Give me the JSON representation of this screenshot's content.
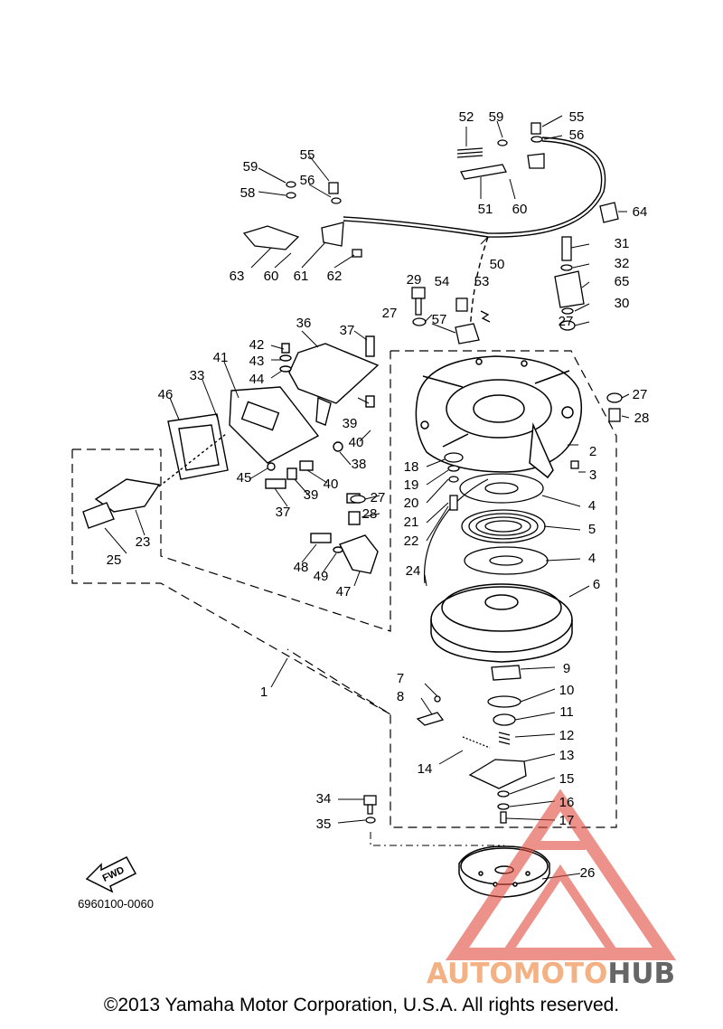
{
  "diagram": {
    "part_labels": [
      "1",
      "2",
      "3",
      "4",
      "4",
      "5",
      "6",
      "7",
      "8",
      "9",
      "10",
      "11",
      "12",
      "13",
      "14",
      "15",
      "16",
      "17",
      "18",
      "19",
      "20",
      "21",
      "22",
      "23",
      "24",
      "25",
      "26",
      "27",
      "27",
      "27",
      "27",
      "28",
      "28",
      "29",
      "30",
      "31",
      "32",
      "33",
      "34",
      "35",
      "36",
      "37",
      "37",
      "38",
      "39",
      "39",
      "40",
      "40",
      "41",
      "42",
      "43",
      "44",
      "45",
      "46",
      "47",
      "48",
      "49",
      "50",
      "51",
      "52",
      "53",
      "54",
      "55",
      "55",
      "56",
      "56",
      "57",
      "58",
      "59",
      "59",
      "60",
      "60",
      "61",
      "62",
      "63",
      "64",
      "65"
    ],
    "fwd_label": "FWD",
    "drawing_number": "6960100-0060"
  },
  "watermark": {
    "brand_prefix": "AUTOMOTO",
    "brand_suffix": "HUB",
    "colors": {
      "prefix": "#f4b183",
      "suffix": "#666666",
      "logo": "#e04b3e"
    }
  },
  "footer": {
    "copyright": "©2013 Yamaha Motor Corporation, U.S.A. All rights reserved."
  }
}
